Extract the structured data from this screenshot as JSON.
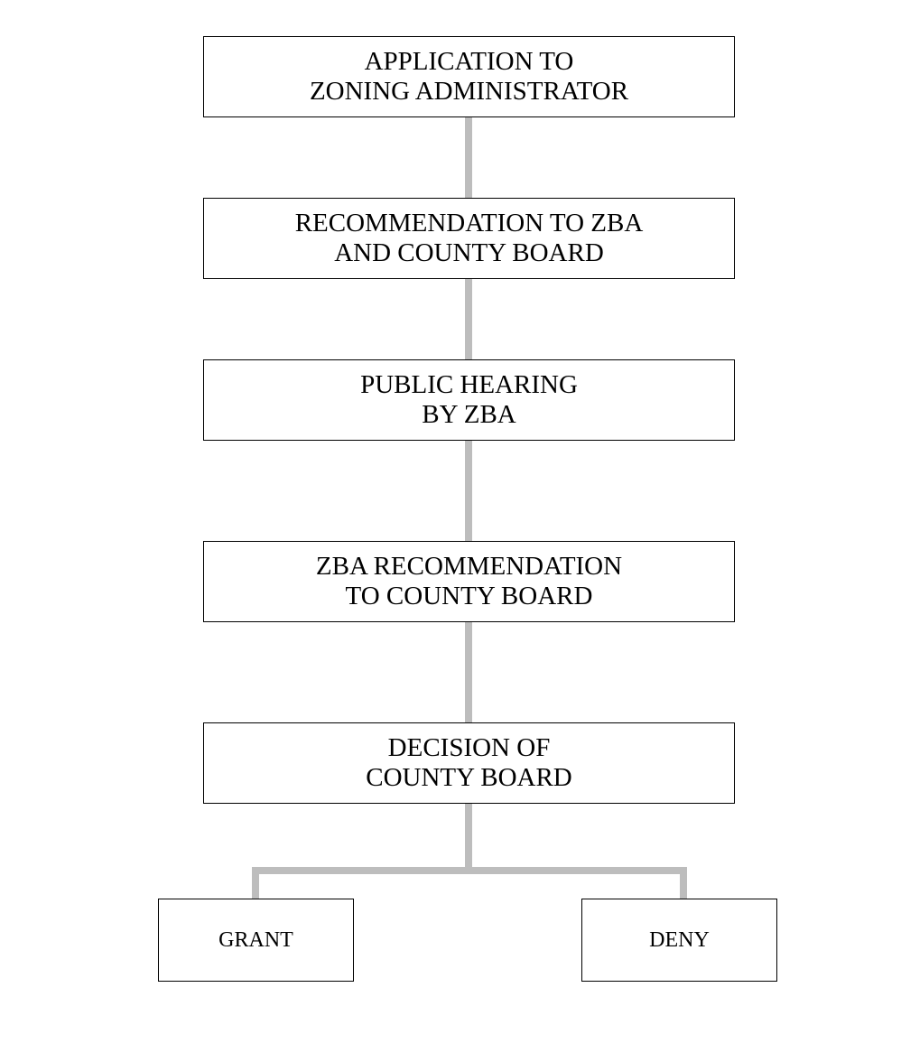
{
  "steps": [
    {
      "lines": [
        "APPLICATION TO",
        "ZONING ADMINISTRATOR"
      ]
    },
    {
      "lines": [
        "RECOMMENDATION TO ZBA",
        "AND COUNTY BOARD"
      ]
    },
    {
      "lines": [
        "PUBLIC HEARING",
        "BY ZBA"
      ]
    },
    {
      "lines": [
        "ZBA RECOMMENDATION",
        "TO COUNTY BOARD"
      ]
    },
    {
      "lines": [
        "DECISION OF",
        "COUNTY BOARD"
      ]
    }
  ],
  "outcomes": {
    "grant": "GRANT",
    "deny": "DENY"
  },
  "colors": {
    "connector": "#bdbdbd",
    "box_border": "#000000",
    "text": "#000000",
    "background": "#ffffff"
  }
}
